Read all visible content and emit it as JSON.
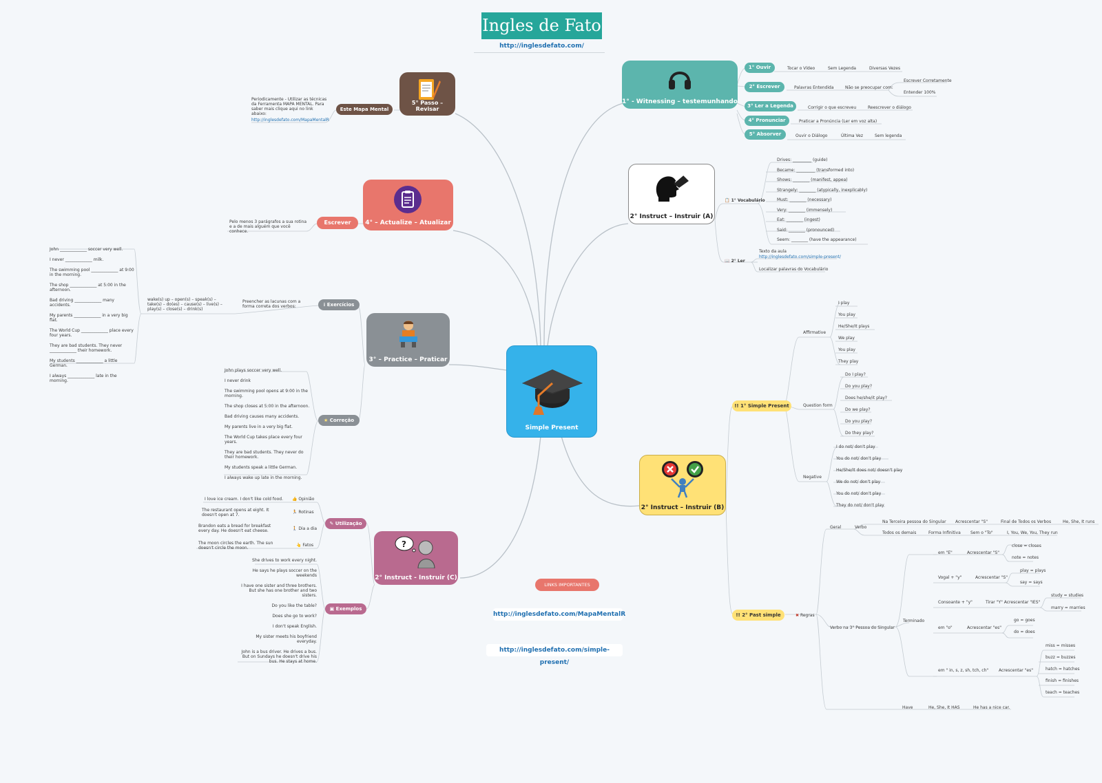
{
  "title": "Ingles de Fato",
  "site_url": "http://inglesdefato.com/",
  "central": {
    "label": "Simple Present",
    "icon": "graduation-cap-icon"
  },
  "links_label": "LINKS IMPORTANTES",
  "link1": "http://inglesdefato.com/MapaMentalR",
  "link2": "http://inglesdefato.com/simple-present/",
  "witness": {
    "label": "1° - Witnessing – testemunhando",
    "ouvir": "1° Ouvir",
    "ouvir_1": "Tocar o Vídeo",
    "ouvir_2": "Sem Legenda",
    "ouvir_3": "Diversas Vezes",
    "escrever": "2° Escrever",
    "escrever_1": "Palavras Entendida",
    "escrever_2": "Não se preocupar com:",
    "escrever_3": "Escrever Corretamente",
    "escrever_4": "Entender 100%",
    "ler": "3° Ler a Legenda",
    "ler_1": "Corrigir o que escreveu",
    "ler_2": "Reescrever o diálogo",
    "pronunciar": "4° Pronunciar",
    "pronunciar_1": "Praticar a Pronúncia (Ler em voz alta)",
    "absorver": "5° Absorver",
    "absorver_1": "Ouvir o Diálogo",
    "absorver_2": "Última Vez",
    "absorver_3": "Sem legenda"
  },
  "instruct_a": {
    "label": "2° Instruct – Instruir (A)",
    "vocab": "1° Vocabulário",
    "vocab_items": [
      "Drives: _________ (guide)",
      "Became: _________ (transformed into)",
      "Shows: ________ (manifest, appea)",
      "Strangely: ________ (atypically, inexplicably)",
      "Must: ________ (necessary)",
      "Very: ________ (immensely)",
      "Eat: ________ (ingest)",
      "Said: ________ (pronounced)",
      "Seem: ________ (have the appearance)"
    ],
    "ler": "2° Ler",
    "ler_1": "Texto da aula",
    "ler_link": "http://inglesdefato.com/simple-present/",
    "ler_2": "Localizar palavras do Vocabulário"
  },
  "instruct_b": {
    "label": "2° Instruct – Instruir (B)",
    "simple_present": "1° Simple Present",
    "affirmative": "Affirmative",
    "aff_items": [
      "I play",
      "You play",
      "He/She/It plays",
      "We play",
      "You play",
      "They play"
    ],
    "question": "Question form",
    "q_items": [
      "Do I play?",
      "Do you play?",
      "Does he/she/it play?",
      "Do we play?",
      "Do you play?",
      "Do they play?"
    ],
    "negative": "Negative",
    "neg_items": [
      "I do not/ don't play",
      "You do not/ don't play",
      "He/She/It does not/ doesn't play",
      "We do not/ don't play",
      "You do not/ don't play",
      "They do not/ don't play"
    ],
    "past_simple": "2° Past simple",
    "regras": "Regras",
    "geral": "Geral",
    "verbo": "Verbo",
    "g1": "Na Terceira pessoa do Singular",
    "g1a": "Acrescentar \"S\"",
    "g1b": "Final de Todos os Verbos",
    "g1c": "He, She, It runs",
    "g2": "Todos os demais",
    "g2a": "Forma Infinitiva",
    "g2b": "Sem o \"To\"",
    "g2c": "I, You, We, You, They run",
    "verbo3": "Verbo na 3° Pessoa do Singular",
    "terminado": "Terminado",
    "e1": "em \"E\"",
    "e1a": "Acrescentar \"S\"",
    "e1b": "close = closes",
    "e1c": "note = notes",
    "e2": "Vogal + \"y\"",
    "e2a": "Acrescentar \"S\"",
    "e2b": "play = plays",
    "e2c": "say = says",
    "e3": "Consoante + \"y\"",
    "e3a": "Tirar \"Y\" Acrescentar \"IES\"",
    "e3b": "study = studies",
    "e3c": "marry = marries",
    "e4": "em \"o\"",
    "e4a": "Acrescentar \"es\"",
    "e4b": "go = goes",
    "e4c": "do = does",
    "e5": "em \" in, s, z, sh, tch, ch\"",
    "e5a": "Acrescentar \"es\"",
    "e5_items": [
      "miss = misses",
      "buzz = buzzes",
      "hatch = hatches",
      "finish = finishes",
      "teach = teaches"
    ],
    "have": "Have",
    "have_1": "He, She, It HAS",
    "have_2": "He has a nice car."
  },
  "revisar": {
    "label": "5° Passo – Revisar",
    "pill": "Este Mapa Mental",
    "text": "Periodicamente - Utilizar as técnicas da Ferramenta MAPA MENTAL. Para saber mais clique aqui no link abaixo:",
    "link": "http://inglesdefato.com/MapaMentalR"
  },
  "atualizar": {
    "label": "4° – Actualize – Atualizar",
    "pill": "Escrever",
    "text": "Pelo menos 3 parágrafos a sua rotina e a de mais alguém que você conhece."
  },
  "praticar": {
    "label": "3° – Practice – Praticar",
    "exercicios": "Exercícios",
    "ex_desc": "Preencher as lacunas com a forma correta dos verbos:",
    "ex_verbs": "wake(s) up – open(s) – speak(s) – take(s) – do(es) – cause(s) – live(s) – play(s) – close(s) – drink(s)",
    "ex_items": [
      "John _____________ soccer very well.",
      "I never _____________ milk.",
      "The swimming pool _____________ at 9:00 in the morning.",
      "The shop _____________ at 5:00 in the afternoon.",
      "Bad driving _____________ many accidents.",
      "My parents _____________ in a very big flat.",
      "The World Cup _____________ place every four years.",
      "They are bad students. They never _____________ their homework.",
      "My students _____________ a little German.",
      "I always _____________ late in the morning."
    ],
    "correcao": "Correção",
    "cor_items": [
      "John plays soccer very well.",
      "I never drink",
      "The swimming pool opens at 9:00 in the morning.",
      "The shop  closes at 5:00 in the afternoon.",
      "Bad driving causes many accidents.",
      "My parents live in a very big flat.",
      "The World Cup takes place every four years.",
      "They are bad students. They never do their homework.",
      "My students speak a little German.",
      "I always wake up late in the morning."
    ]
  },
  "instruct_c": {
    "label": "2° Instruct - Instruir (C)",
    "utilizacao": "Utilização",
    "opiniao": "Opinião",
    "opiniao_t": "I love ice cream. I don't like cold food.",
    "rotinas": "Rotinas",
    "rotinas_t": "The restaurant opens at eight. It doesn't open at 7.",
    "diaadia": "Dia a dia",
    "diaadia_t": "Brandon eats a bread for breakfast every day. He doesn't eat cheese.",
    "fatos": "Fatos",
    "fatos_t": "The moon circles the earth. The sun doesn't circle the moon.",
    "exemplos": "Exemplos",
    "ex_items": [
      "She drives to work every night.",
      "He says he plays soccer on the weekends",
      "I have one sister and three brothers. But she has one brother and two sisters.",
      "Do you like the table?",
      "Does she go to work?",
      "I don't speak English.",
      "My sister meets his boyfriend everyday.",
      "John is a bus driver. He drives a bus. But on Sundays he doesn't drive his bus. He stays at home."
    ]
  },
  "colors": {
    "teal": "#5cb5ad",
    "yellow": "#ffe176",
    "pink": "#e8766c",
    "gray": "#8a9095",
    "mauve": "#b96a8f",
    "brown": "#6e5346",
    "blue": "#35b2ea"
  }
}
